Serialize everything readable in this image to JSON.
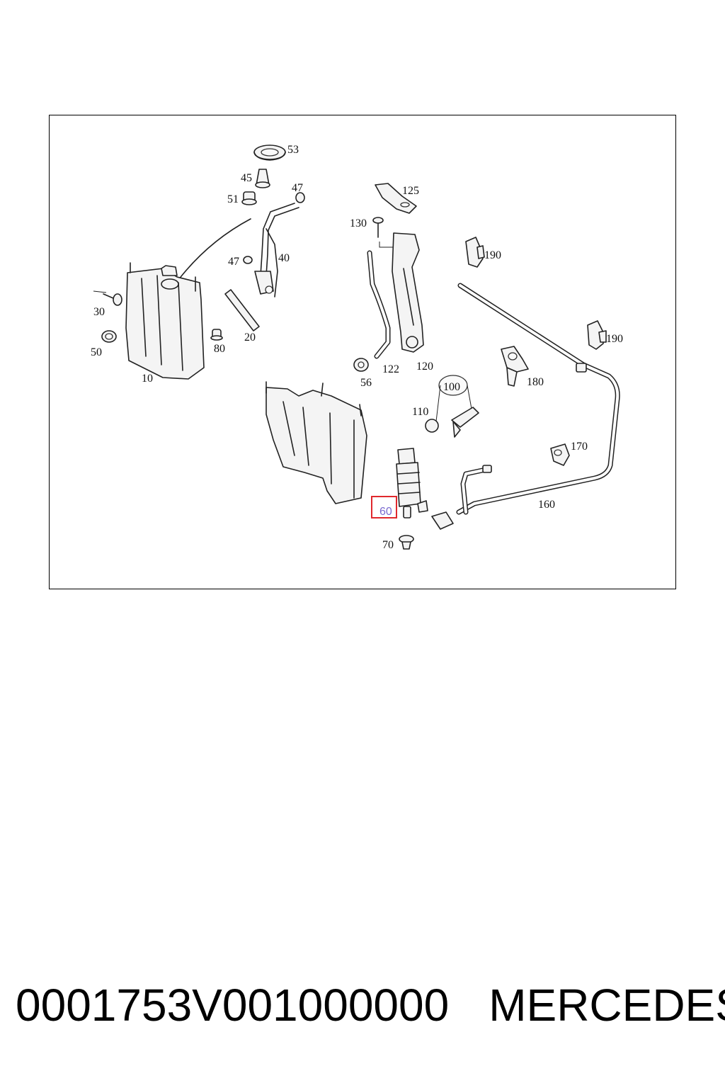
{
  "diagram": {
    "callouts": {
      "c10": "10",
      "c20": "20",
      "c30": "30",
      "c40": "40",
      "c45": "45",
      "c47a": "47",
      "c47b": "47",
      "c50": "50",
      "c51": "51",
      "c53": "53",
      "c56": "56",
      "c70": "70",
      "c80": "80",
      "c100": "100",
      "c110": "110",
      "c120": "120",
      "c122": "122",
      "c125": "125",
      "c130": "130",
      "c160": "160",
      "c170": "170",
      "c180": "180",
      "c190a": "190",
      "c190b": "190"
    },
    "highlighted_part": "60",
    "highlight_color": "#e0282d"
  },
  "footer": {
    "part_number": "0001753V001000000",
    "brand": "MERCEDES"
  }
}
